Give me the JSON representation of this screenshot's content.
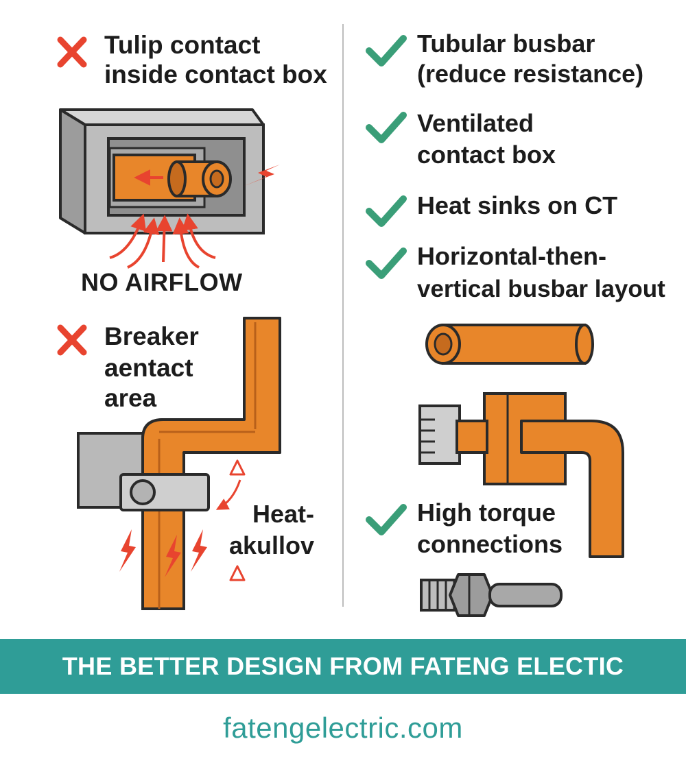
{
  "colors": {
    "copper": "#e8862a",
    "copper_dark": "#b8601a",
    "steel": "#a8a8a8",
    "steel_light": "#cfcfcf",
    "cross_red": "#e8442f",
    "check_teal": "#3a9e78",
    "banner_teal": "#2f9d97"
  },
  "left": {
    "item1": {
      "icon": "cross-icon",
      "line1": "Tulip contact",
      "line2": "inside contact box"
    },
    "airflow_label": "NO AIRFLOW",
    "item2": {
      "icon": "cross-icon",
      "line1": "Breaker",
      "line2": "aentact",
      "line3": "area"
    },
    "heat_label": {
      "line1": "Heat-",
      "line2": "akullov"
    }
  },
  "right": {
    "items": [
      {
        "icon": "check-icon",
        "line1": "Tubular busbar",
        "line2": "(reduce resistance)"
      },
      {
        "icon": "check-icon",
        "line1": "Ventilated",
        "line2": "contact box"
      },
      {
        "icon": "check-icon",
        "line1": "Heat sinks on CT"
      },
      {
        "icon": "check-icon",
        "line1": "Horizontal-then-",
        "line2": "vertical busbar layout"
      },
      {
        "icon": "check-icon",
        "line1": "High torque",
        "line2": "connections"
      }
    ]
  },
  "banner": {
    "text": "THE BETTER DESIGN FROM FATENG ELECTIC"
  },
  "website": "fatengelectric.com"
}
